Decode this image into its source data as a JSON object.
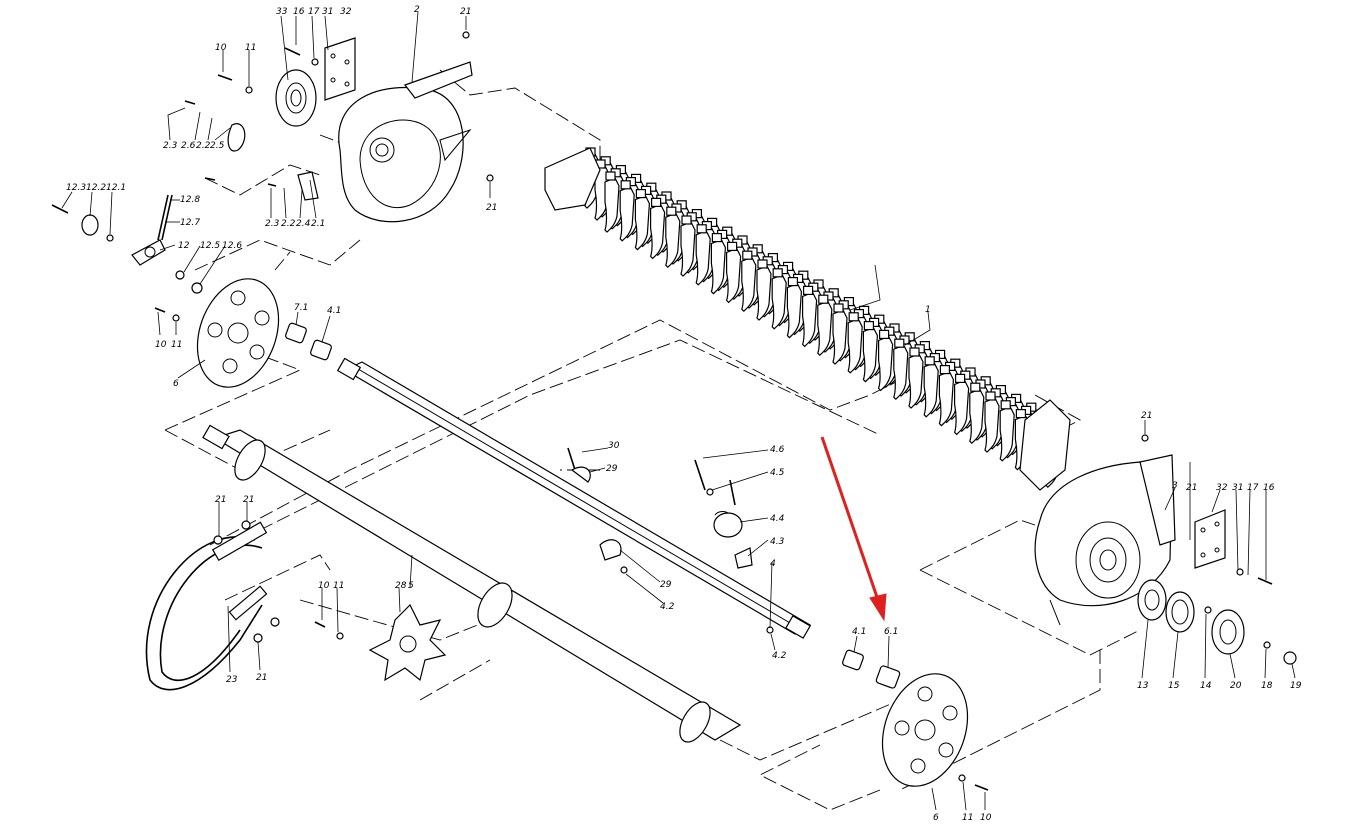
{
  "diagram": {
    "accent_color": "#e0201c",
    "labels": [
      {
        "id": "33a",
        "text": "33"
      },
      {
        "id": "16a",
        "text": "16"
      },
      {
        "id": "17a",
        "text": "17"
      },
      {
        "id": "31a",
        "text": "31"
      },
      {
        "id": "32a",
        "text": "32"
      },
      {
        "id": "2",
        "text": "2"
      },
      {
        "id": "21a",
        "text": "21"
      },
      {
        "id": "10a",
        "text": "10"
      },
      {
        "id": "11a",
        "text": "11"
      },
      {
        "id": "23a",
        "text": "2.3"
      },
      {
        "id": "26",
        "text": "2.6"
      },
      {
        "id": "22a",
        "text": "2.2"
      },
      {
        "id": "25a",
        "text": "2.5"
      },
      {
        "id": "21b",
        "text": "21"
      },
      {
        "id": "23b",
        "text": "2.3"
      },
      {
        "id": "22b",
        "text": "2.2"
      },
      {
        "id": "24",
        "text": "2.4"
      },
      {
        "id": "21p",
        "text": "2.1"
      },
      {
        "id": "123",
        "text": "12.3"
      },
      {
        "id": "122",
        "text": "12.2"
      },
      {
        "id": "121",
        "text": "12.1"
      },
      {
        "id": "128",
        "text": "12.8"
      },
      {
        "id": "127",
        "text": "12.7"
      },
      {
        "id": "12",
        "text": "12"
      },
      {
        "id": "125",
        "text": "12.5"
      },
      {
        "id": "126",
        "text": "12.6"
      },
      {
        "id": "71",
        "text": "7.1"
      },
      {
        "id": "41a",
        "text": "4.1"
      },
      {
        "id": "10b",
        "text": "10"
      },
      {
        "id": "11b",
        "text": "11"
      },
      {
        "id": "6a",
        "text": "6"
      },
      {
        "id": "1",
        "text": "1"
      },
      {
        "id": "21c",
        "text": "21"
      },
      {
        "id": "30",
        "text": "30"
      },
      {
        "id": "29a",
        "text": "29"
      },
      {
        "id": "46",
        "text": "4.6"
      },
      {
        "id": "45",
        "text": "4.5"
      },
      {
        "id": "44",
        "text": "4.4"
      },
      {
        "id": "43",
        "text": "4.3"
      },
      {
        "id": "4",
        "text": "4"
      },
      {
        "id": "29b",
        "text": "29"
      },
      {
        "id": "42a",
        "text": "4.2"
      },
      {
        "id": "42b",
        "text": "4.2"
      },
      {
        "id": "3",
        "text": "3"
      },
      {
        "id": "21d",
        "text": "21"
      },
      {
        "id": "32b",
        "text": "32"
      },
      {
        "id": "31b",
        "text": "31"
      },
      {
        "id": "17b",
        "text": "17"
      },
      {
        "id": "16b",
        "text": "16"
      },
      {
        "id": "21e",
        "text": "21"
      },
      {
        "id": "21f",
        "text": "21"
      },
      {
        "id": "10c",
        "text": "10"
      },
      {
        "id": "11c",
        "text": "11"
      },
      {
        "id": "28",
        "text": "28"
      },
      {
        "id": "5",
        "text": "5"
      },
      {
        "id": "23",
        "text": "23"
      },
      {
        "id": "21g",
        "text": "21"
      },
      {
        "id": "41b",
        "text": "4.1"
      },
      {
        "id": "61",
        "text": "6.1"
      },
      {
        "id": "13",
        "text": "13"
      },
      {
        "id": "15",
        "text": "15"
      },
      {
        "id": "14",
        "text": "14"
      },
      {
        "id": "20",
        "text": "20"
      },
      {
        "id": "18",
        "text": "18"
      },
      {
        "id": "19",
        "text": "19"
      },
      {
        "id": "6b",
        "text": "6"
      },
      {
        "id": "11d",
        "text": "11"
      },
      {
        "id": "10d",
        "text": "10"
      }
    ]
  }
}
